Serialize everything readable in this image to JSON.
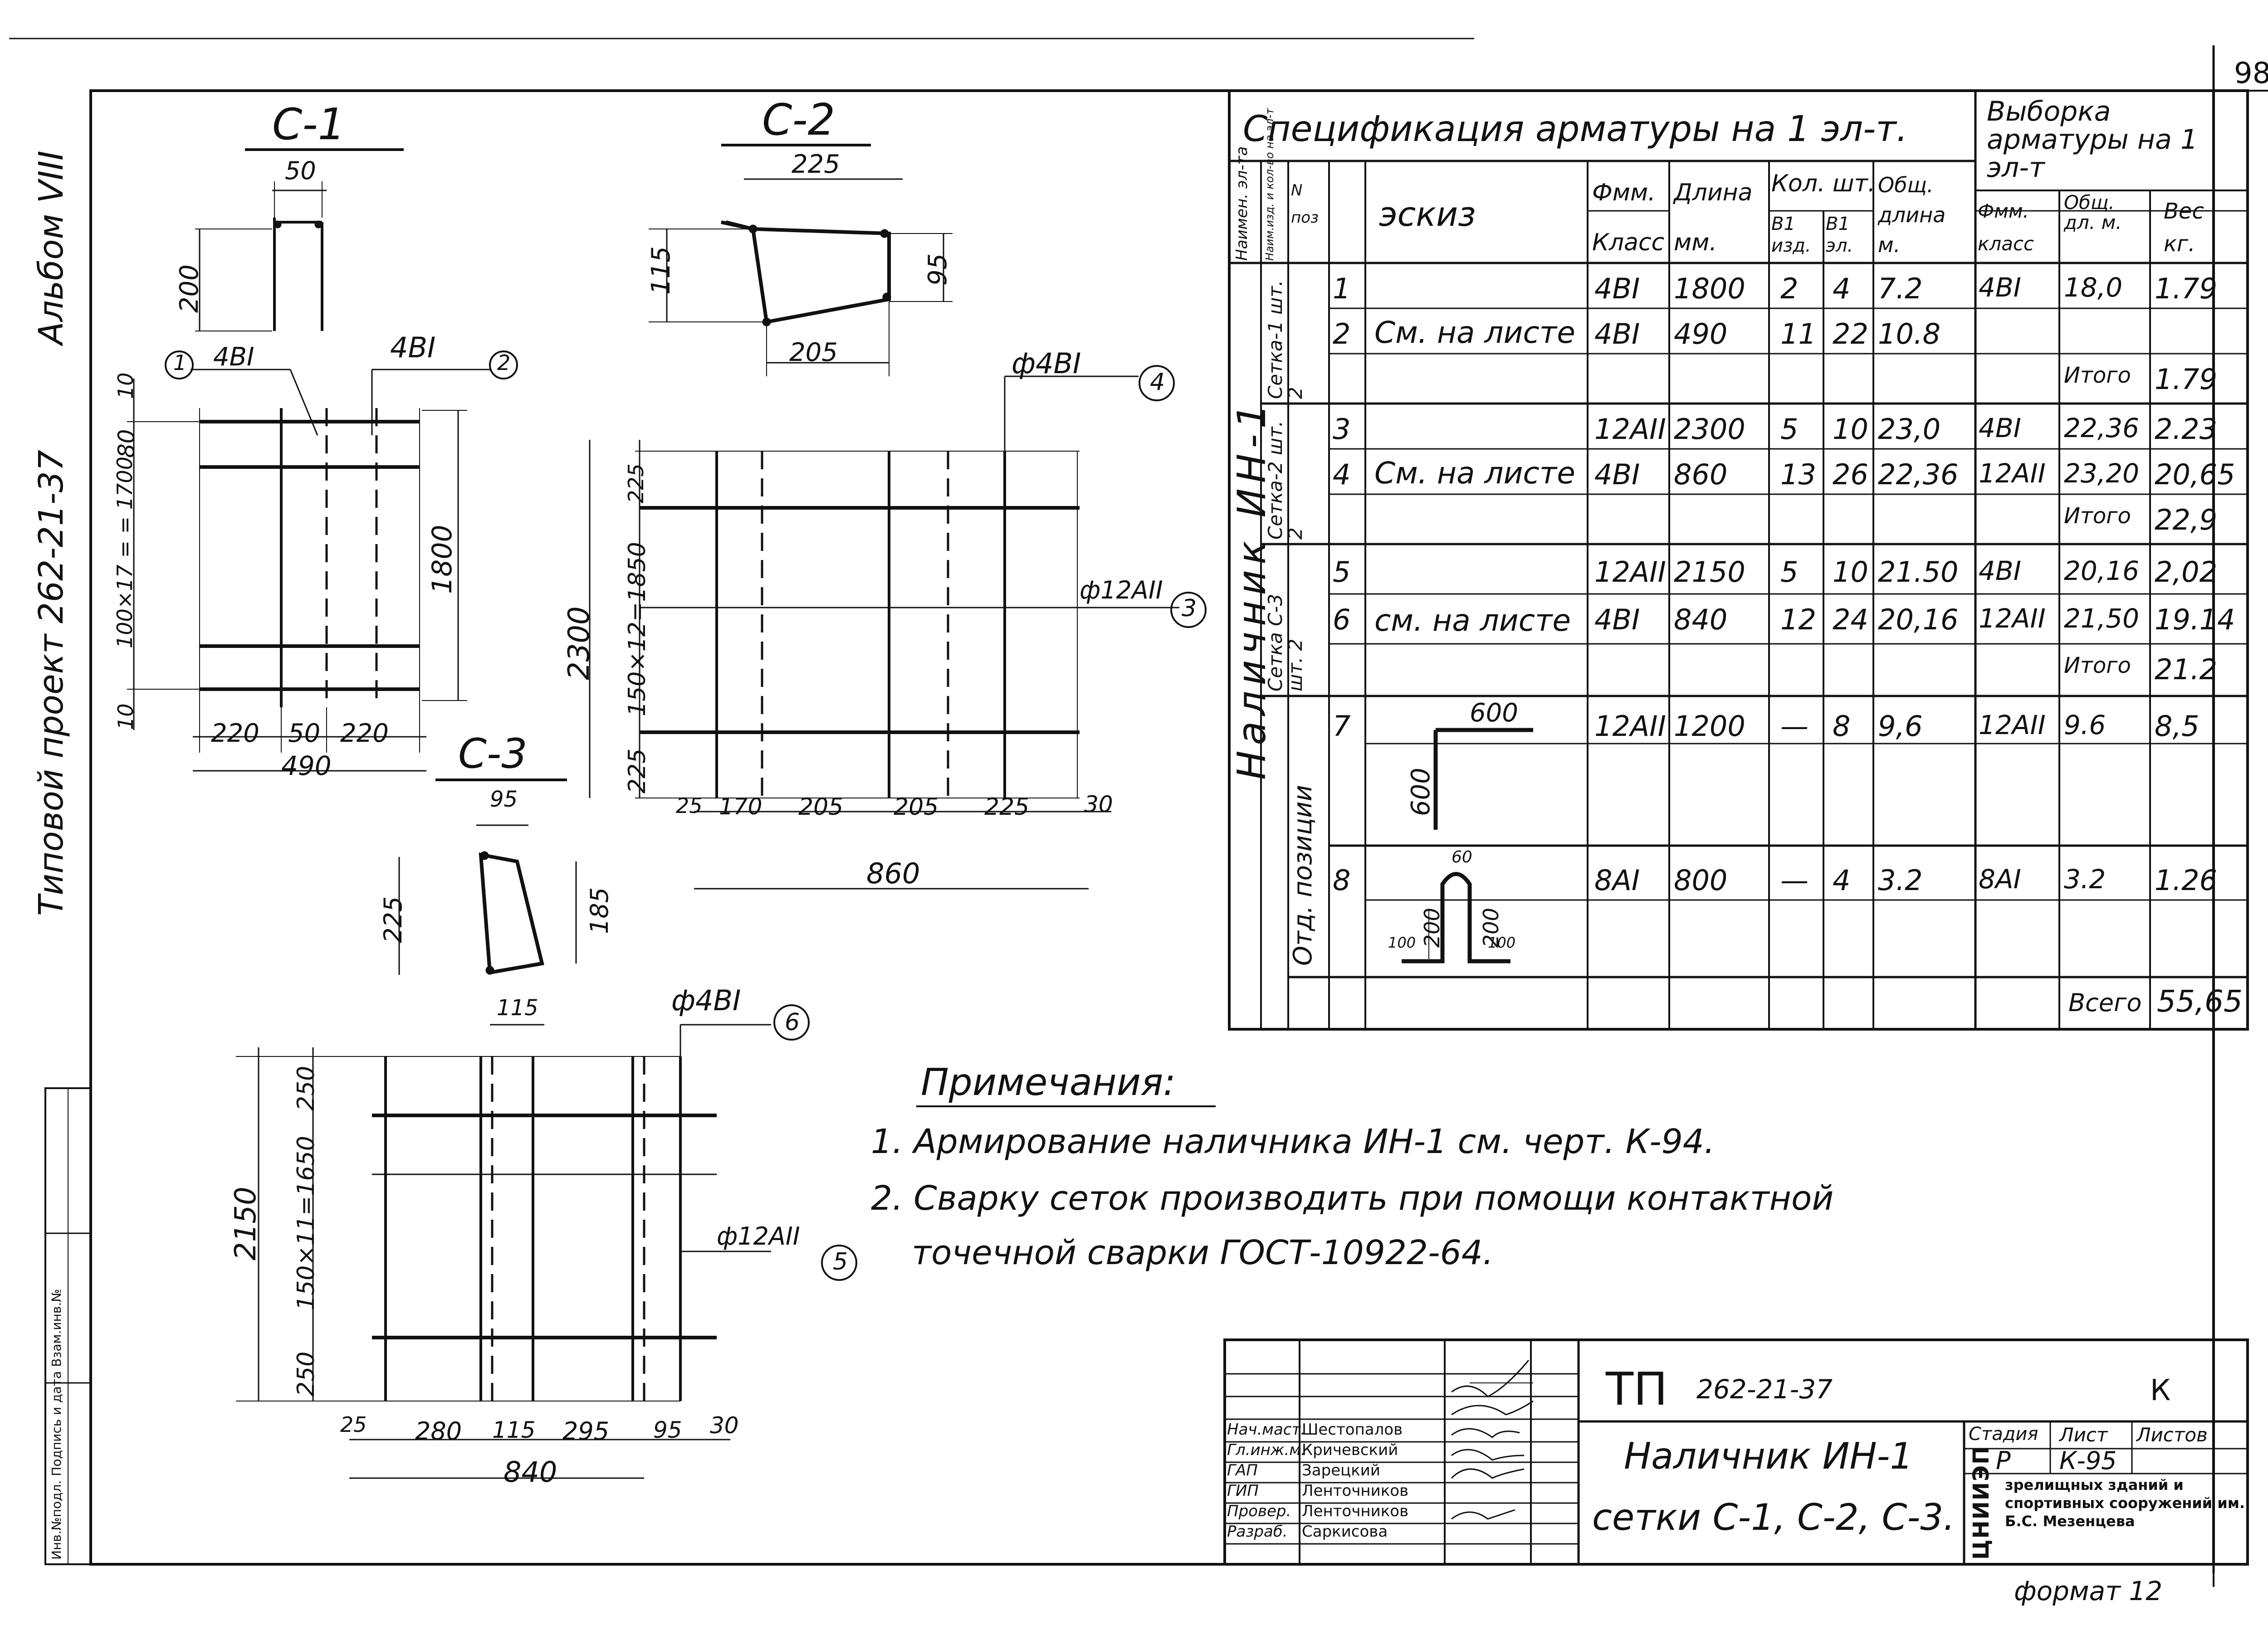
{
  "sheet": {
    "page_number": "98",
    "side_stamp": {
      "album": "Альбом VIII",
      "project": "Типовой проект 262-21-37",
      "inventory": "Инв.№подл. Подпись и дата Взам.инв.№"
    },
    "format_label": "формат 12"
  },
  "drawings": {
    "c1": {
      "title": "С-1",
      "dims": {
        "top_w": "50",
        "top_h": "200",
        "mark1": "4BI",
        "mark2": "4BI",
        "pos1": "1",
        "pos2": "2",
        "d10a": "10",
        "d80": "80",
        "d_vert": "100×17 = = 1700",
        "d10b": "10",
        "d1800": "1800",
        "d220a": "220",
        "d50": "50",
        "d220b": "220",
        "d490": "490"
      }
    },
    "c2": {
      "title": "С-2",
      "dims": {
        "d225": "225",
        "d115": "115",
        "d95": "95",
        "d205": "205",
        "mark4": "ф4BI",
        "pos4": "4",
        "mark3": "ф12AII",
        "pos3": "3",
        "d2300": "2300",
        "d_vert": "150×12=1850",
        "d225a": "225",
        "d225b": "225",
        "d25": "25",
        "d170": "170",
        "d205a": "205",
        "d205b": "205",
        "d225c": "225",
        "d30": "30",
        "d860": "860"
      }
    },
    "c3": {
      "title": "С-3",
      "dims": {
        "d95": "95",
        "d225": "225",
        "d185": "185",
        "d115": "115",
        "mark6": "ф4BI",
        "pos6": "6",
        "mark5": "ф12AII",
        "pos5": "5",
        "d2150": "2150",
        "d_vert": "150×11=1650",
        "d250a": "250",
        "d250b": "250",
        "d25": "25",
        "d280": "280",
        "d115b": "115",
        "d295": "295",
        "d95b": "95",
        "d30": "30",
        "d840": "840"
      }
    }
  },
  "spec": {
    "title": "Спецификация арматуры на 1 эл-т.",
    "sample_title": "Выборка арматуры на 1 эл-т",
    "headers": {
      "name": "Наимен. эл-та",
      "qty_name": "Наим.изд. и кол-во на эл-т",
      "pos": "N поз",
      "sketch": "эскиз",
      "dia": "Фмм. Класс",
      "length": "Длина мм.",
      "count": "Кол. шт.",
      "count_prod": "B1 изд.",
      "count_el": "B1 эл.",
      "total": "Общ. длина м.",
      "s_dia": "Фмм. класс",
      "s_total": "Общ. дл. м.",
      "s_weight": "Вес кг."
    },
    "element_name": "Наличник ИН-1",
    "groups": [
      {
        "name": "Сетка-1 шт. 2",
        "sketch": "См. на листе"
      },
      {
        "name": "Сетка-2 шт. 2",
        "sketch": "См. на листе"
      },
      {
        "name": "Сетка С-3 шт. 2",
        "sketch": "см. на листе"
      },
      {
        "name": "Отд. позиции",
        "sketch": ""
      }
    ],
    "rows": [
      {
        "pos": "1",
        "dia": "4BI",
        "len": "1800",
        "c1": "2",
        "c2": "4",
        "total": "7.2",
        "sd": "4BI",
        "st": "18,0",
        "sw": "1.79"
      },
      {
        "pos": "2",
        "dia": "4BI",
        "len": "490",
        "c1": "11",
        "c2": "22",
        "total": "10.8",
        "sd": "",
        "st": "",
        "sw": ""
      },
      {
        "pos": "",
        "dia": "",
        "len": "",
        "c1": "",
        "c2": "",
        "total": "",
        "sd": "",
        "st": "Итого",
        "sw": "1.79"
      },
      {
        "pos": "3",
        "dia": "12AII",
        "len": "2300",
        "c1": "5",
        "c2": "10",
        "total": "23,0",
        "sd": "4BI",
        "st": "22,36",
        "sw": "2.23"
      },
      {
        "pos": "4",
        "dia": "4BI",
        "len": "860",
        "c1": "13",
        "c2": "26",
        "total": "22,36",
        "sd": "12AII",
        "st": "23,20",
        "sw": "20,65"
      },
      {
        "pos": "",
        "dia": "",
        "len": "",
        "c1": "",
        "c2": "",
        "total": "",
        "sd": "",
        "st": "Итого",
        "sw": "22,9"
      },
      {
        "pos": "5",
        "dia": "12AII",
        "len": "2150",
        "c1": "5",
        "c2": "10",
        "total": "21.50",
        "sd": "4BI",
        "st": "20,16",
        "sw": "2,02"
      },
      {
        "pos": "6",
        "dia": "4BI",
        "len": "840",
        "c1": "12",
        "c2": "24",
        "total": "20,16",
        "sd": "12AII",
        "st": "21,50",
        "sw": "19.14"
      },
      {
        "pos": "",
        "dia": "",
        "len": "",
        "c1": "",
        "c2": "",
        "total": "",
        "sd": "",
        "st": "Итого",
        "sw": "21.2"
      },
      {
        "pos": "7",
        "dia": "12AII",
        "len": "1200",
        "c1": "—",
        "c2": "8",
        "total": "9,6",
        "sd": "12AII",
        "st": "9.6",
        "sw": "8,5"
      },
      {
        "pos": "8",
        "dia": "8AI",
        "len": "800",
        "c1": "—",
        "c2": "4",
        "total": "3.2",
        "sd": "8AI",
        "st": "3.2",
        "sw": "1.26"
      }
    ],
    "pos7_sketch": {
      "a": "600",
      "b": "600"
    },
    "pos8_sketch": {
      "top": "60",
      "l1": "200",
      "l2": "200",
      "f1": "100",
      "f2": "100"
    },
    "grand_total_label": "Всего",
    "grand_total": "55,65"
  },
  "notes": {
    "heading": "Примечания:",
    "items": [
      "1. Армирование наличника ИН-1 см. черт. К-94.",
      "2. Сварку сеток производить при помощи контактной",
      "точечной сварки ГОСТ-10922-64."
    ]
  },
  "title_block": {
    "code": "ТП",
    "project": "262-21-37",
    "letter": "К",
    "roles": [
      {
        "role": "Нач.маст.",
        "name": "Шестопалов"
      },
      {
        "role": "Гл.инж.м.",
        "name": "Кричевский"
      },
      {
        "role": "ГАП",
        "name": "Зарецкий"
      },
      {
        "role": "ГИП",
        "name": "Ленточников"
      },
      {
        "role": "Провер.",
        "name": "Ленточников"
      },
      {
        "role": "Разраб.",
        "name": "Саркисова"
      }
    ],
    "name_line1": "Наличник ИН-1",
    "name_line2": "сетки С-1, С-2, С-3.",
    "stage_label": "Стадия",
    "sheet_label": "Лист",
    "sheets_label": "Листов",
    "stage": "Р",
    "sheet": "К-95",
    "org_logo": "ЦНИИЭП",
    "org": "зрелищных зданий и спортивных сооружений им. Б.С. Мезенцева"
  }
}
